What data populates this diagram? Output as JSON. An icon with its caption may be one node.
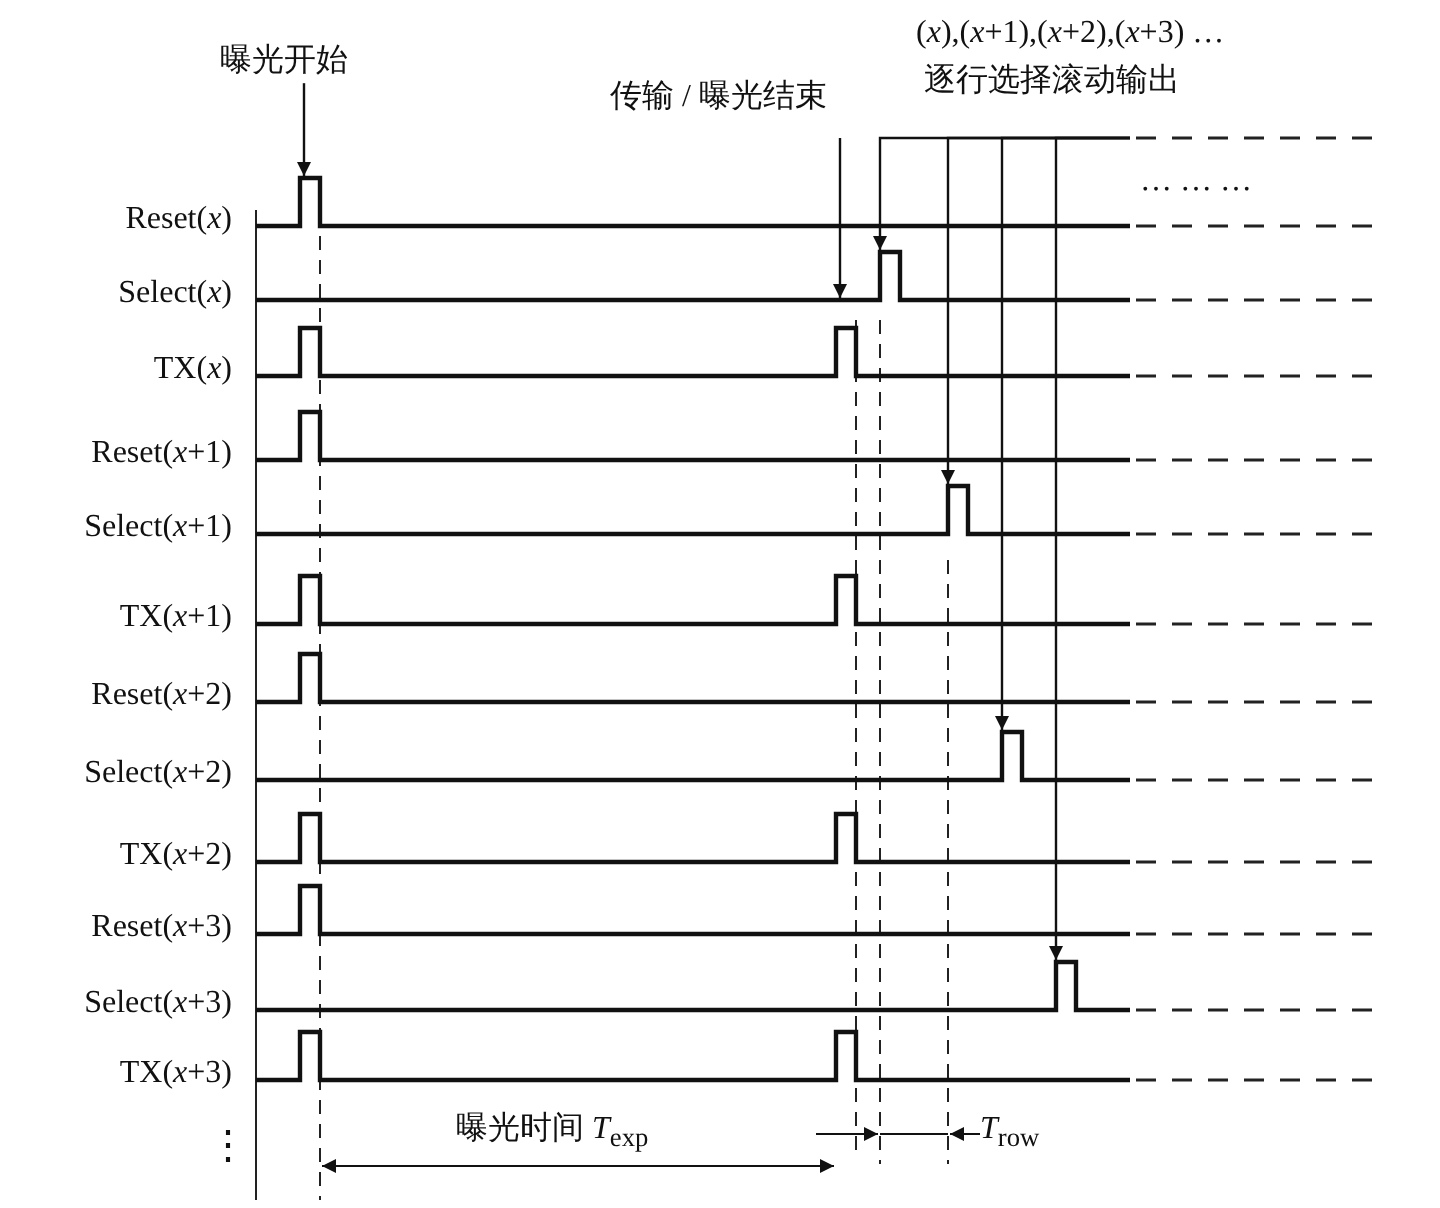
{
  "diagram": {
    "nodes": [
      {
        "text": [
          "曝光开始"
        ]
      },
      {
        "text": [
          "传输 / 曝光结束"
        ]
      },
      {
        "text": [
          "(*x*),(*x*+1),(*x*+2),(*x*+3) …",
          "逐行选择滚动输出"
        ]
      },
      {
        "text": [],
        "shape": "waveform",
        "beside": [
          "Reset(*x*)"
        ]
      },
      {
        "text": [],
        "shape": "waveform",
        "beside": [
          "Select(*x*)"
        ]
      },
      {
        "text": [],
        "shape": "waveform",
        "beside": [
          "TX(*x*)"
        ]
      },
      {
        "text": [],
        "shape": "waveform",
        "beside": [
          "Reset(*x*+1)"
        ]
      },
      {
        "text": [],
        "shape": "waveform",
        "beside": [
          "Select(*x*+1)"
        ]
      },
      {
        "text": [],
        "shape": "waveform",
        "beside": [
          "TX(*x*+1)"
        ]
      },
      {
        "text": [],
        "shape": "waveform",
        "beside": [
          "Reset(*x*+2)"
        ]
      },
      {
        "text": [],
        "shape": "waveform",
        "beside": [
          "Select(*x*+2)"
        ]
      },
      {
        "text": [],
        "shape": "waveform",
        "beside": [
          "TX(*x*+2)"
        ]
      },
      {
        "text": [],
        "shape": "waveform",
        "beside": [
          "Reset(*x*+3)"
        ]
      },
      {
        "text": [],
        "shape": "waveform",
        "beside": [
          "Select(*x*+3)"
        ]
      },
      {
        "text": [],
        "shape": "waveform",
        "beside": [
          "TX(*x*+3)"
        ]
      }
    ],
    "edges": [
      {
        "from": 0,
        "to": 3,
        "arrow": "to"
      },
      {
        "from": 1,
        "to": 4,
        "arrow": "to"
      },
      {
        "from": 2,
        "to": 4,
        "arrow": "to"
      },
      {
        "from": 2,
        "to": 7,
        "arrow": "to"
      },
      {
        "from": 2,
        "to": 10,
        "arrow": "to"
      },
      {
        "from": 2,
        "to": 13,
        "arrow": "to"
      }
    ],
    "labels": [
      "… … …",
      "⋮",
      "曝光时间 *T*$_{exp}$",
      "*T*$_{row}$"
    ]
  }
}
